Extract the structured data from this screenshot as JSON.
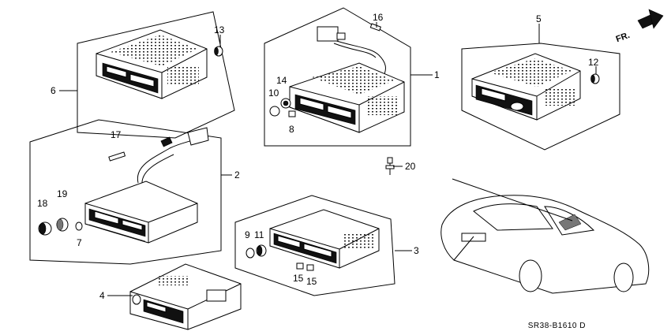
{
  "callouts": {
    "c1": "1",
    "c2": "2",
    "c3": "3",
    "c4": "4",
    "c5": "5",
    "c6": "6",
    "c7": "7",
    "c8": "8",
    "c9": "9",
    "c10": "10",
    "c11": "11",
    "c12": "12",
    "c13": "13",
    "c14": "14",
    "c15a": "15",
    "c15b": "15",
    "c16": "16",
    "c17": "17",
    "c18": "18",
    "c19": "19",
    "c20": "20"
  },
  "direction_label": "FR.",
  "diagram_code": "SR38-B1610 D"
}
